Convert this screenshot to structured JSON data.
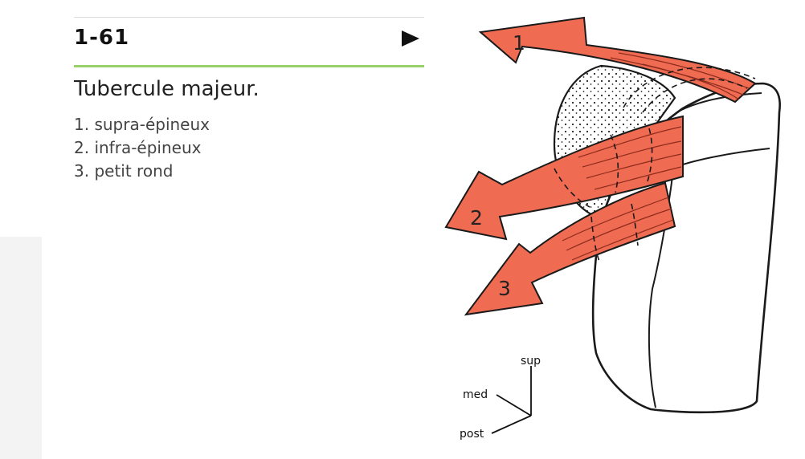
{
  "figure_number": "1-61",
  "caption": {
    "title": "Tubercule majeur.",
    "items": [
      {
        "num": "1.",
        "text": "supra-épineux"
      },
      {
        "num": "2.",
        "text": "infra-épineux"
      },
      {
        "num": "3.",
        "text": "petit rond"
      }
    ]
  },
  "diagram": {
    "muscle_labels": [
      "1",
      "2",
      "3"
    ],
    "orientation": {
      "sup": "sup",
      "med": "med",
      "post": "post"
    }
  },
  "icons": {
    "next": "play-arrow-icon"
  },
  "colors": {
    "muscle": "#ef6b52",
    "muscle_dark": "#b8402c",
    "rule": "#9ad06a",
    "bone_outline": "#1a1a1a"
  }
}
